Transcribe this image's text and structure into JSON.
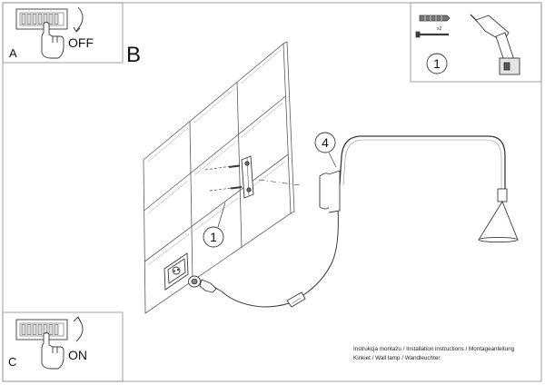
{
  "panels": {
    "a": {
      "letter": "A",
      "action": "OFF"
    },
    "b": {
      "letter": "B"
    },
    "c": {
      "letter": "C",
      "action": "ON"
    }
  },
  "callouts": {
    "tools": "1",
    "wall_screw": "1",
    "lamp_mount": "4"
  },
  "tools_box": {
    "quantity": "x2"
  },
  "caption": {
    "line1": "Instrukcja montażu / Installation instructions / Montageanleitung",
    "line2": "Kinkiet / Wall lamp / Wandleuchter"
  },
  "colors": {
    "stroke": "#3a3a3a",
    "light": "#9a9a9a",
    "fill_dark": "#555555"
  }
}
